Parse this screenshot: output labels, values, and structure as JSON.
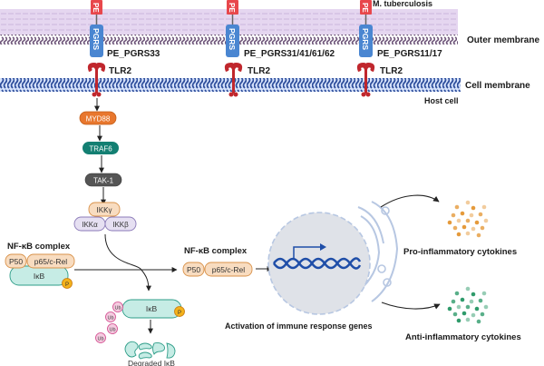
{
  "labels": {
    "organism": "M. tuberculosis",
    "outer_membrane": "Outer membrane",
    "cell_membrane": "Cell membrane",
    "host_cell": "Host cell",
    "nfkb_complex_1": "NF-κB complex",
    "nfkb_complex_2": "NF-κB complex",
    "activation": "Activation of immune response genes",
    "pro_inflammatory": "Pro-inflammatory cytokines",
    "anti_inflammatory": "Anti-inflammatory cytokines",
    "degraded": "Degraded IκB"
  },
  "pe_pgrs": [
    {
      "pe": "PE",
      "pgrs": "PGRS",
      "name": "PE_PGRS33",
      "receptor": "TLR2"
    },
    {
      "pe": "PE",
      "pgrs": "PGRS",
      "name": "PE_PGRS31/41/61/62",
      "receptor": "TLR2"
    },
    {
      "pe": "PE",
      "pgrs": "PGRS",
      "name": "PE_PGRS11/17",
      "receptor": "TLR2"
    }
  ],
  "pathway": {
    "myd88": "MYD88",
    "traf6": "TRAF6",
    "tak1": "TAK-1",
    "ikk_gamma": "IKKγ",
    "ikk_alpha": "IKKα",
    "ikk_beta": "IKKβ"
  },
  "complex": {
    "p50": "P50",
    "p65": "p65/c-Rel",
    "ikb": "IκB",
    "phospho": "P",
    "ub": "Ub"
  },
  "colors": {
    "pe": "#e8474c",
    "pgrs": "#4a86d1",
    "tlr2": "#c0272d",
    "outer_membrane": "#e5d6f0",
    "cell_membrane": "#d6e2fb",
    "myd88": "#e8772e",
    "traf6": "#137f72",
    "tak1": "#555555",
    "ikk_gamma": "#f8dcc0",
    "ikk_ab": "#e6e0f2",
    "ikb": "#c6ece5",
    "phospho": "#f3b21b",
    "ub": "#f5cbe0",
    "pro_cytokine": "#e59a3b",
    "anti_cytokine": "#2f9b6b",
    "nucleus": "#dfe2e8",
    "dna": "#1f4ea8"
  }
}
